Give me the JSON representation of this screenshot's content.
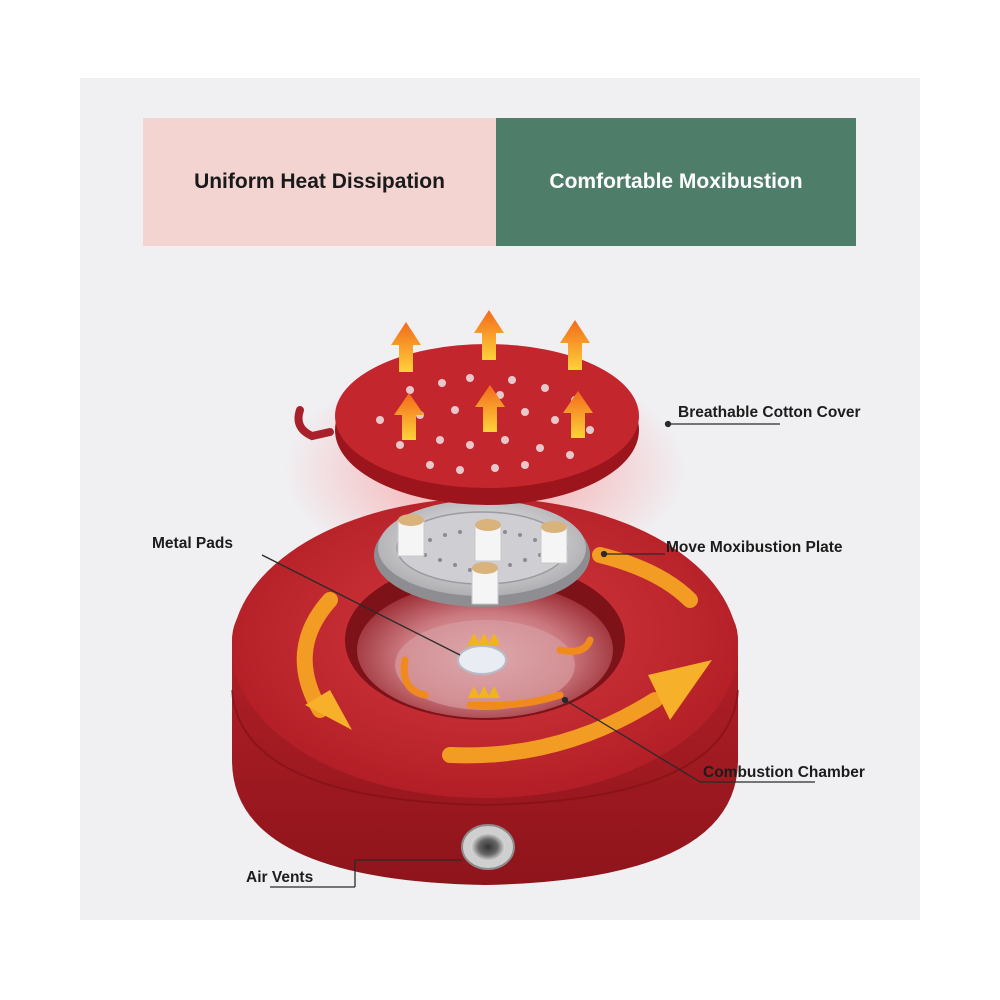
{
  "banners": {
    "left": "Uniform Heat Dissipation",
    "right": "Comfortable Moxibustion"
  },
  "colors": {
    "banner_left_bg": "#f3d4d1",
    "banner_right_bg": "#4e7d6a",
    "device_red": "#b01c24",
    "arrow_orange": "#f59a1a"
  },
  "labels": {
    "cover": "Breathable Cotton Cover",
    "metal_pads": "Metal Pads",
    "plate": "Move Moxibustion Plate",
    "chamber": "Combustion Chamber",
    "vents": "Air Vents"
  }
}
